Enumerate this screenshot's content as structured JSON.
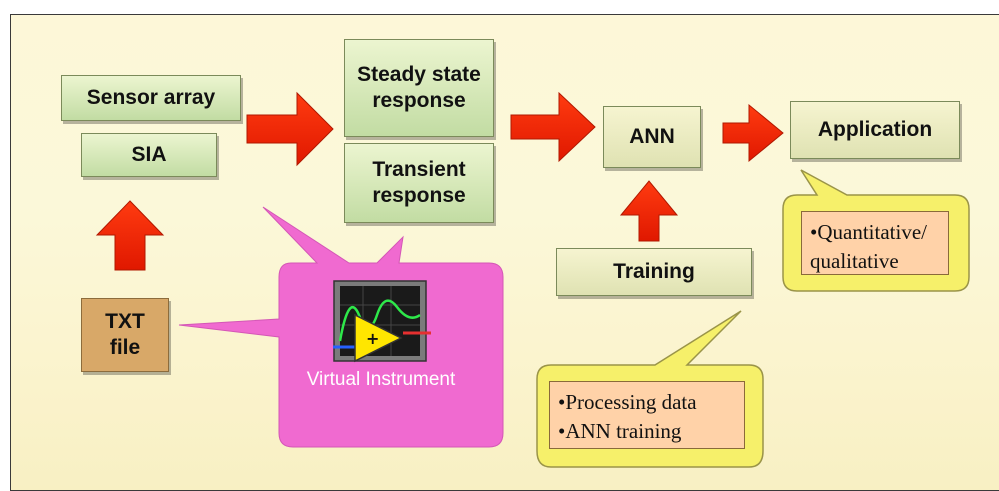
{
  "blocks": {
    "sensor_array": "Sensor array",
    "sia": "SIA",
    "steady_state": "Steady state response",
    "transient": "Transient response",
    "ann": "ANN",
    "application": "Application",
    "training": "Training",
    "txt_file": "TXT file"
  },
  "callouts": {
    "virtual_instrument": "Virtual Instrument",
    "application_notes": [
      "•Quantitative/",
      "qualitative"
    ],
    "training_notes": [
      "•Processing data",
      "•ANN training"
    ]
  },
  "colors": {
    "arrow": "#ff2a00",
    "vi_callout": "#f06ad0",
    "note_callout": "#f6f06a",
    "note_box": "#ffd2a8"
  }
}
